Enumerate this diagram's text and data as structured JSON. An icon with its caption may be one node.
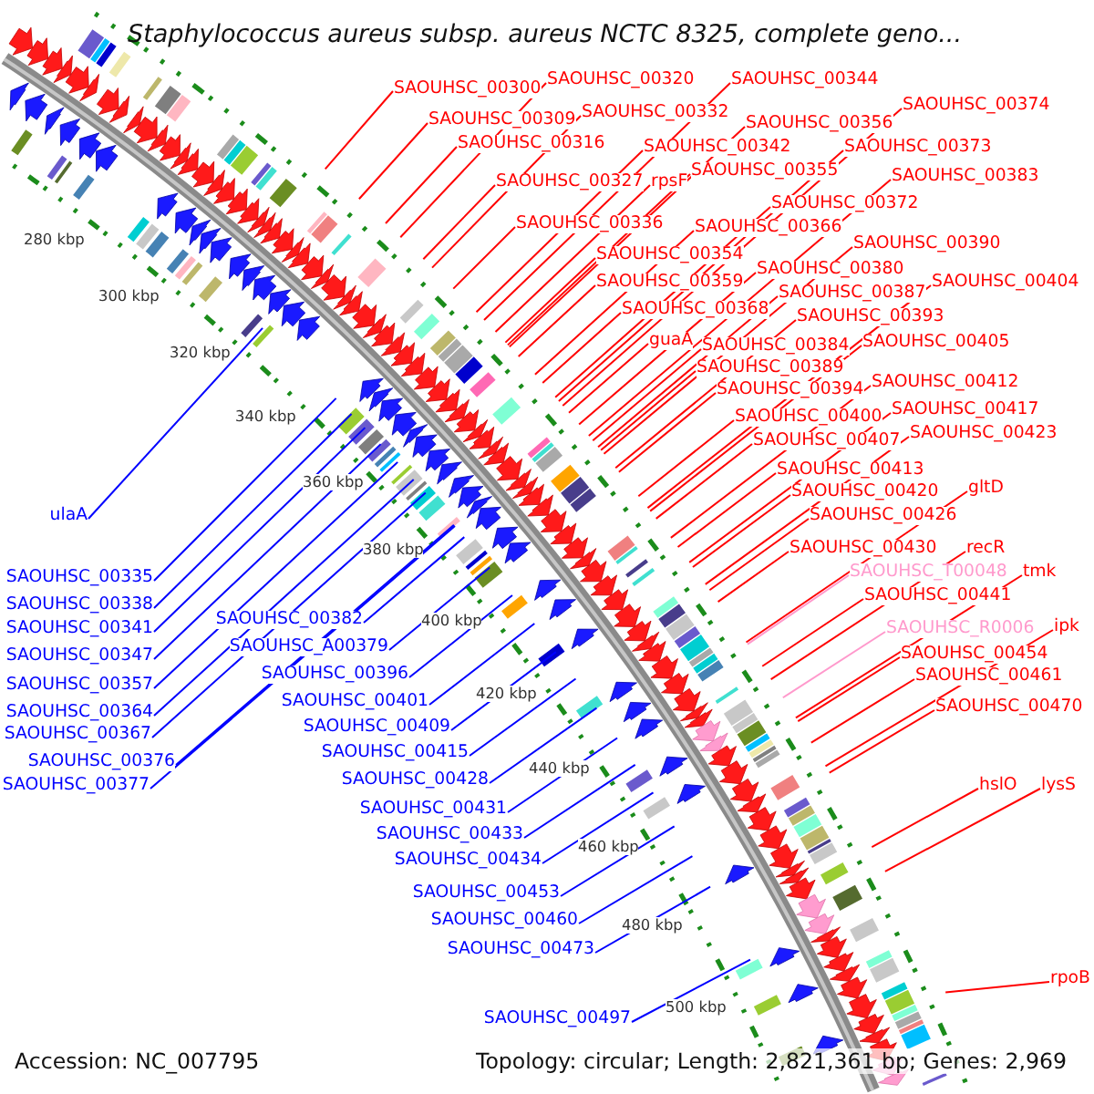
{
  "diagram": {
    "title": "Staphylococcus aureus subsp. aureus NCTC 8325, complete geno...",
    "nodes": [
      {
        "text": [
          "SAOUHSC_00320"
        ]
      },
      {
        "text": [
          "SAOUHSC_00344"
        ]
      },
      {
        "text": [
          "SAOUHSC_00300"
        ]
      },
      {
        "text": [
          "SAOUHSC_00374"
        ]
      },
      {
        "text": [
          "SAOUHSC_00332"
        ]
      },
      {
        "text": [
          "SAOUHSC_00309"
        ]
      },
      {
        "text": [
          "SAOUHSC_00356"
        ]
      },
      {
        "text": [
          "SAOUHSC_00316"
        ]
      },
      {
        "text": [
          "SAOUHSC_00342"
        ]
      },
      {
        "text": [
          "SAOUHSC_00373"
        ]
      },
      {
        "text": [
          "SAOUHSC_00355"
        ]
      },
      {
        "text": [
          "SAOUHSC_00383"
        ]
      },
      {
        "text": [
          "SAOUHSC_00327"
        ]
      },
      {
        "text": [
          "rpsF"
        ]
      },
      {
        "text": [
          "SAOUHSC_00372"
        ]
      },
      {
        "text": [
          "SAOUHSC_00336"
        ]
      },
      {
        "text": [
          "SAOUHSC_00366"
        ]
      },
      {
        "text": [
          "SAOUHSC_00390"
        ]
      },
      {
        "text": [
          "SAOUHSC_00354"
        ]
      },
      {
        "text": [
          "SAOUHSC_00380"
        ]
      },
      {
        "text": [
          "SAOUHSC_00359"
        ]
      },
      {
        "text": [
          "SAOUHSC_00404"
        ]
      },
      {
        "text": [
          "SAOUHSC_00387"
        ]
      },
      {
        "text": [
          "SAOUHSC_00368"
        ]
      },
      {
        "text": [
          "SAOUHSC_00393"
        ]
      },
      {
        "text": [
          "guaA"
        ]
      },
      {
        "text": [
          "SAOUHSC_00405"
        ]
      },
      {
        "text": [
          "SAOUHSC_00384"
        ]
      },
      {
        "text": [
          "SAOUHSC_00389"
        ]
      },
      {
        "text": [
          "SAOUHSC_00412"
        ]
      },
      {
        "text": [
          "SAOUHSC_00394"
        ]
      },
      {
        "text": [
          "SAOUHSC_00417"
        ]
      },
      {
        "text": [
          "SAOUHSC_00400"
        ]
      },
      {
        "text": [
          "SAOUHSC_00423"
        ]
      },
      {
        "text": [
          "SAOUHSC_00407"
        ]
      },
      {
        "text": [
          "SAOUHSC_00413"
        ]
      },
      {
        "text": [
          "gltD"
        ]
      },
      {
        "text": [
          "SAOUHSC_00420"
        ]
      },
      {
        "text": [
          "SAOUHSC_00426"
        ]
      },
      {
        "text": [
          "SAOUHSC_00430"
        ]
      },
      {
        "text": [
          "recR"
        ]
      },
      {
        "text": [
          "SAOUHSC_T00048"
        ]
      },
      {
        "text": [
          "tmk"
        ]
      },
      {
        "text": [
          "SAOUHSC_00441"
        ]
      },
      {
        "text": [
          "ipk"
        ]
      },
      {
        "text": [
          "SAOUHSC_R0006"
        ]
      },
      {
        "text": [
          "SAOUHSC_00454"
        ]
      },
      {
        "text": [
          "SAOUHSC_00461"
        ]
      },
      {
        "text": [
          "SAOUHSC_00470"
        ]
      },
      {
        "text": [
          "hslO"
        ]
      },
      {
        "text": [
          "lysS"
        ]
      },
      {
        "text": [
          "rpoB"
        ]
      },
      {
        "text": [
          "ulaA"
        ]
      },
      {
        "text": [
          "SAOUHSC_00335"
        ]
      },
      {
        "text": [
          "SAOUHSC_00338"
        ]
      },
      {
        "text": [
          "SAOUHSC_00341"
        ]
      },
      {
        "text": [
          "SAOUHSC_00347"
        ]
      },
      {
        "text": [
          "SAOUHSC_00357"
        ]
      },
      {
        "text": [
          "SAOUHSC_00364"
        ]
      },
      {
        "text": [
          "SAOUHSC_00367"
        ]
      },
      {
        "text": [
          "SAOUHSC_00376"
        ]
      },
      {
        "text": [
          "SAOUHSC_00377"
        ]
      },
      {
        "text": [
          "SAOUHSC_00382"
        ]
      },
      {
        "text": [
          "SAOUHSC_A00379"
        ]
      },
      {
        "text": [
          "SAOUHSC_00396"
        ]
      },
      {
        "text": [
          "SAOUHSC_00401"
        ]
      },
      {
        "text": [
          "SAOUHSC_00409"
        ]
      },
      {
        "text": [
          "SAOUHSC_00415"
        ]
      },
      {
        "text": [
          "SAOUHSC_00428"
        ]
      },
      {
        "text": [
          "SAOUHSC_00431"
        ]
      },
      {
        "text": [
          "SAOUHSC_00433"
        ]
      },
      {
        "text": [
          "SAOUHSC_00434"
        ]
      },
      {
        "text": [
          "SAOUHSC_00453"
        ]
      },
      {
        "text": [
          "SAOUHSC_00460"
        ]
      },
      {
        "text": [
          "SAOUHSC_00473"
        ]
      },
      {
        "text": [
          "SAOUHSC_00497"
        ]
      }
    ],
    "edges": [
      {
        "from": 0,
        "to": null,
        "arrow": "none"
      },
      {
        "from": 1,
        "to": null,
        "arrow": "none"
      },
      {
        "from": 2,
        "to": null,
        "arrow": "none"
      },
      {
        "from": 3,
        "to": null,
        "arrow": "none"
      },
      {
        "from": 4,
        "to": null,
        "arrow": "none"
      },
      {
        "from": 5,
        "to": null,
        "arrow": "none"
      },
      {
        "from": 6,
        "to": null,
        "arrow": "none"
      },
      {
        "from": 7,
        "to": null,
        "arrow": "none"
      },
      {
        "from": 8,
        "to": null,
        "arrow": "none"
      },
      {
        "from": 9,
        "to": null,
        "arrow": "none"
      },
      {
        "from": 10,
        "to": null,
        "arrow": "none"
      },
      {
        "from": 11,
        "to": null,
        "arrow": "none"
      },
      {
        "from": 12,
        "to": null,
        "arrow": "none"
      },
      {
        "from": 13,
        "to": null,
        "arrow": "none"
      },
      {
        "from": 14,
        "to": null,
        "arrow": "none"
      },
      {
        "from": 15,
        "to": null,
        "arrow": "none"
      },
      {
        "from": 16,
        "to": null,
        "arrow": "none"
      },
      {
        "from": 17,
        "to": null,
        "arrow": "none"
      },
      {
        "from": 18,
        "to": null,
        "arrow": "none"
      },
      {
        "from": 19,
        "to": null,
        "arrow": "none"
      },
      {
        "from": 20,
        "to": null,
        "arrow": "none"
      },
      {
        "from": 21,
        "to": null,
        "arrow": "none"
      },
      {
        "from": 22,
        "to": null,
        "arrow": "none"
      },
      {
        "from": 23,
        "to": null,
        "arrow": "none"
      },
      {
        "from": 24,
        "to": null,
        "arrow": "none"
      },
      {
        "from": 25,
        "to": null,
        "arrow": "none"
      },
      {
        "from": 26,
        "to": null,
        "arrow": "none"
      },
      {
        "from": 27,
        "to": null,
        "arrow": "none"
      },
      {
        "from": 28,
        "to": null,
        "arrow": "none"
      },
      {
        "from": 29,
        "to": null,
        "arrow": "none"
      },
      {
        "from": 30,
        "to": null,
        "arrow": "none"
      },
      {
        "from": 31,
        "to": null,
        "arrow": "none"
      },
      {
        "from": 32,
        "to": null,
        "arrow": "none"
      },
      {
        "from": 33,
        "to": null,
        "arrow": "none"
      },
      {
        "from": 34,
        "to": null,
        "arrow": "none"
      },
      {
        "from": 35,
        "to": null,
        "arrow": "none"
      },
      {
        "from": 36,
        "to": null,
        "arrow": "none"
      },
      {
        "from": 37,
        "to": null,
        "arrow": "none"
      },
      {
        "from": 38,
        "to": null,
        "arrow": "none"
      },
      {
        "from": 39,
        "to": null,
        "arrow": "none"
      },
      {
        "from": 40,
        "to": null,
        "arrow": "none"
      },
      {
        "from": 41,
        "to": null,
        "arrow": "none",
        "color": "#ff99cc"
      },
      {
        "from": 42,
        "to": null,
        "arrow": "none"
      },
      {
        "from": 43,
        "to": null,
        "arrow": "none"
      },
      {
        "from": 44,
        "to": null,
        "arrow": "none"
      },
      {
        "from": 45,
        "to": null,
        "arrow": "none",
        "color": "#ff99cc"
      },
      {
        "from": 46,
        "to": null,
        "arrow": "none"
      },
      {
        "from": 47,
        "to": null,
        "arrow": "none"
      },
      {
        "from": 48,
        "to": null,
        "arrow": "none"
      },
      {
        "from": 49,
        "to": null,
        "arrow": "none"
      },
      {
        "from": 50,
        "to": null,
        "arrow": "none"
      },
      {
        "from": 51,
        "to": null,
        "arrow": "none"
      },
      {
        "from": 52,
        "to": null,
        "arrow": "none",
        "color": "#0000ff"
      },
      {
        "from": 53,
        "to": null,
        "arrow": "none",
        "color": "#0000ff"
      },
      {
        "from": 54,
        "to": null,
        "arrow": "none",
        "color": "#0000ff"
      },
      {
        "from": 55,
        "to": null,
        "arrow": "none",
        "color": "#0000ff"
      },
      {
        "from": 56,
        "to": null,
        "arrow": "none",
        "color": "#0000ff"
      },
      {
        "from": 57,
        "to": null,
        "arrow": "none",
        "color": "#0000ff"
      },
      {
        "from": 58,
        "to": null,
        "arrow": "none",
        "color": "#0000ff"
      },
      {
        "from": 59,
        "to": null,
        "arrow": "none",
        "color": "#0000ff"
      },
      {
        "from": 60,
        "to": null,
        "arrow": "none",
        "color": "#0000ff"
      },
      {
        "from": 61,
        "to": null,
        "arrow": "none",
        "color": "#0000ff"
      },
      {
        "from": 62,
        "to": null,
        "arrow": "none",
        "color": "#0000ff"
      },
      {
        "from": 63,
        "to": null,
        "arrow": "none",
        "color": "#0000ff"
      },
      {
        "from": 64,
        "to": null,
        "arrow": "none",
        "color": "#0000ff"
      },
      {
        "from": 65,
        "to": null,
        "arrow": "none",
        "color": "#0000ff"
      },
      {
        "from": 66,
        "to": null,
        "arrow": "none",
        "color": "#0000ff"
      },
      {
        "from": 67,
        "to": null,
        "arrow": "none",
        "color": "#0000ff"
      },
      {
        "from": 68,
        "to": null,
        "arrow": "none",
        "color": "#0000ff"
      },
      {
        "from": 69,
        "to": null,
        "arrow": "none",
        "color": "#0000ff"
      },
      {
        "from": 70,
        "to": null,
        "arrow": "none",
        "color": "#0000ff"
      },
      {
        "from": 71,
        "to": null,
        "arrow": "none",
        "color": "#0000ff"
      },
      {
        "from": 72,
        "to": null,
        "arrow": "none",
        "color": "#0000ff"
      },
      {
        "from": 73,
        "to": null,
        "arrow": "none",
        "color": "#0000ff"
      },
      {
        "from": 74,
        "to": null,
        "arrow": "none",
        "color": "#0000ff"
      },
      {
        "from": 75,
        "to": null,
        "arrow": "none",
        "color": "#0000ff"
      }
    ],
    "labels": [
      "280 kbp",
      "300 kbp",
      "320 kbp",
      "340 kbp",
      "360 kbp",
      "380 kbp",
      "400 kbp",
      "420 kbp",
      "440 kbp",
      "460 kbp",
      "480 kbp",
      "500 kbp",
      "Accession: NC_007795",
      "Topology: circular; Length: 2,821,361 bp; Genes: 2,969"
    ]
  }
}
